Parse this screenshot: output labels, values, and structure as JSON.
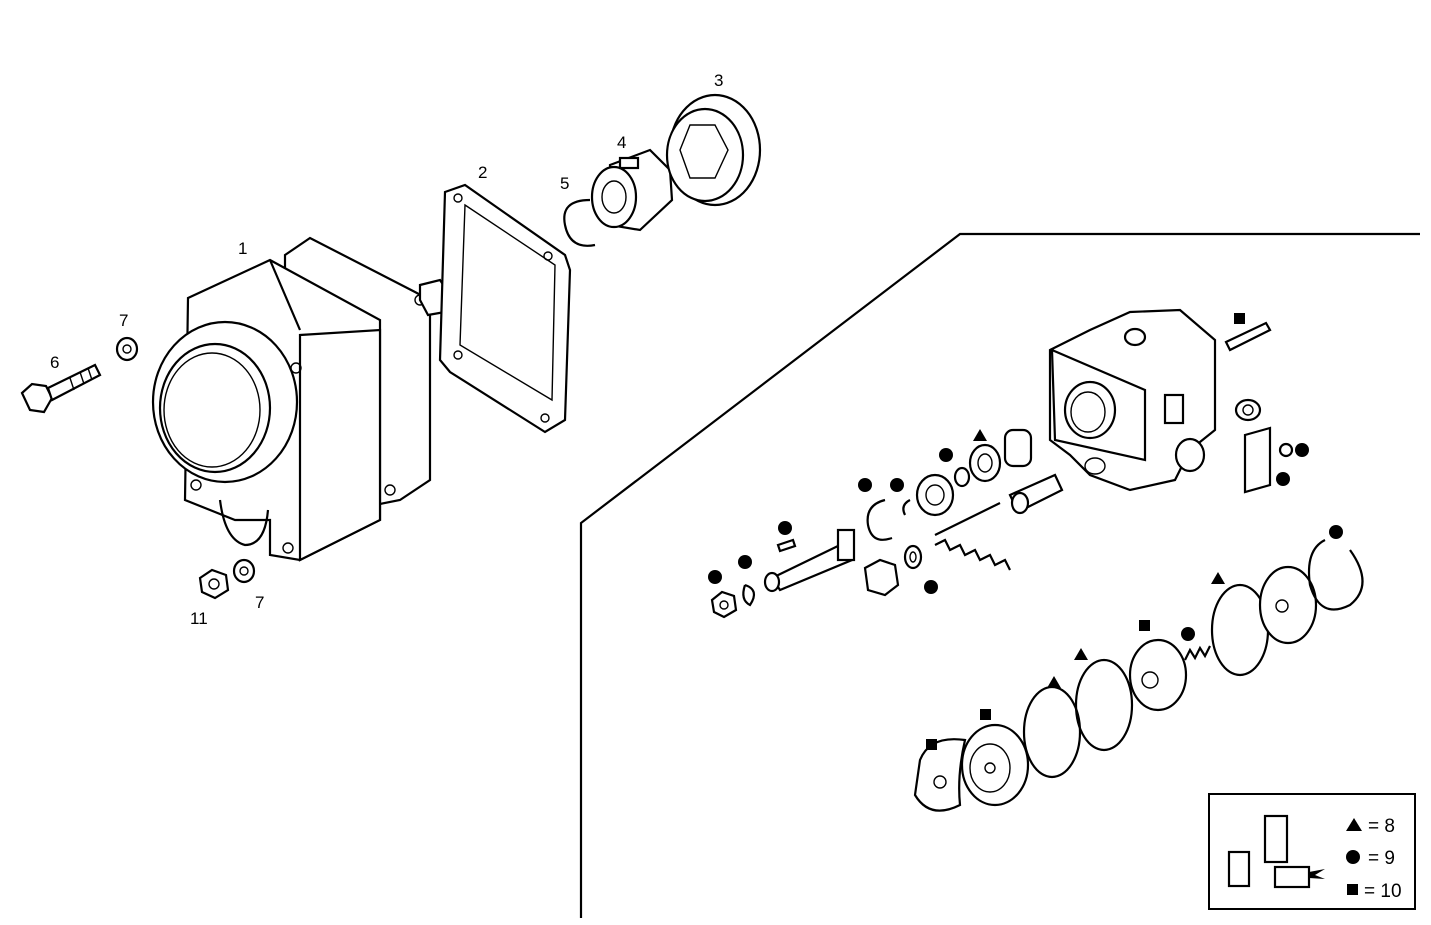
{
  "callouts": {
    "housing": "1",
    "gasket": "2",
    "bearing": "3",
    "coupling": "4",
    "circlip": "5",
    "bolt": "6",
    "washer_top": "7",
    "washer_bottom": "7",
    "nut": "11"
  },
  "legend": {
    "items": [
      {
        "symbol": "triangle",
        "text": "= 8"
      },
      {
        "symbol": "circle",
        "text": "= 9"
      },
      {
        "symbol": "square",
        "text": "= 10"
      }
    ]
  },
  "colors": {
    "ink": "#000000",
    "paper": "#ffffff"
  }
}
